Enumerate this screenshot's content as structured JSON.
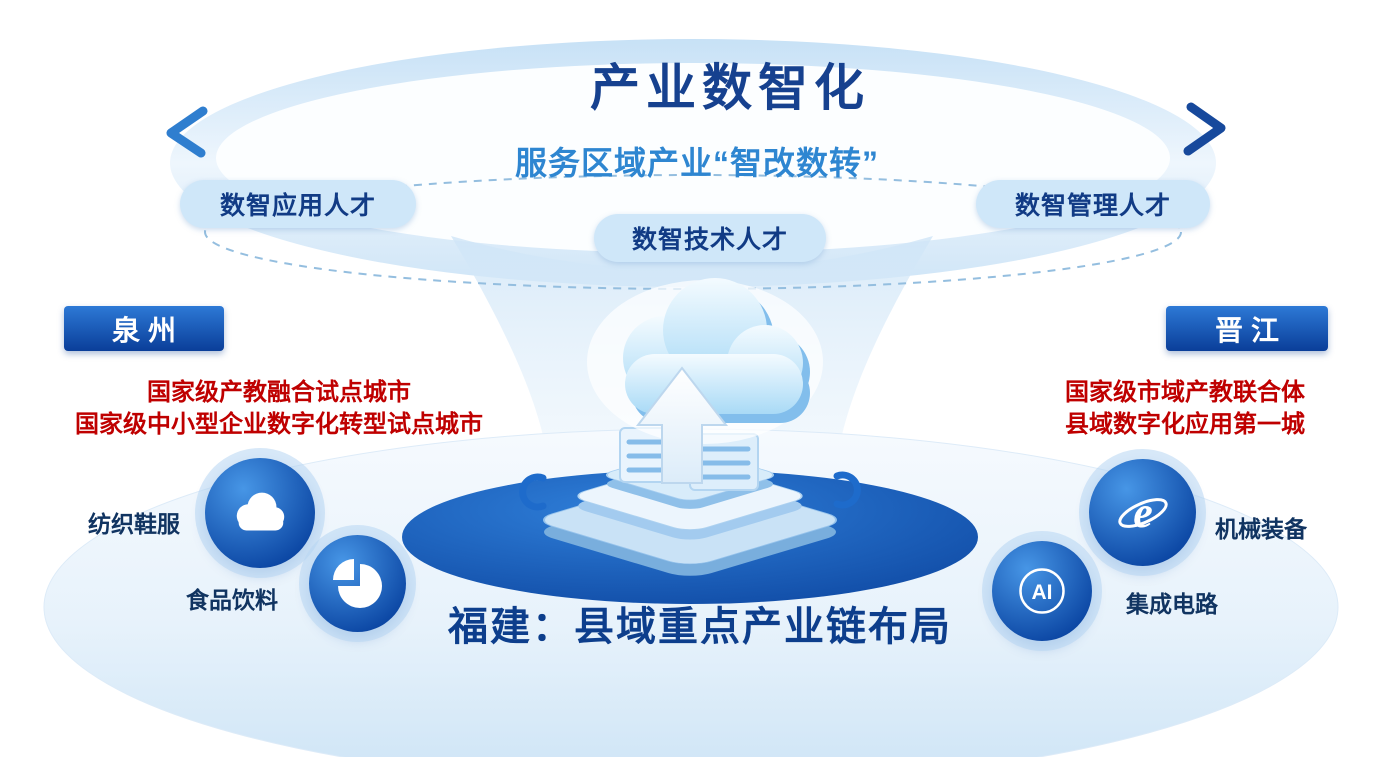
{
  "header": {
    "title": "产业数智化",
    "subtitle": "服务区域产业“智改数转”"
  },
  "talents": {
    "left": "数智应用人才",
    "center": "数智技术人才",
    "right": "数智管理人才"
  },
  "cities": {
    "left": {
      "name": "泉州",
      "line1": "国家级产教融合试点城市",
      "line2": "国家级中小型企业数字化转型试点城市"
    },
    "right": {
      "name": "晋江",
      "line1": "国家级市域产教联合体",
      "line2": "县域数字化应用第一城"
    }
  },
  "industries": {
    "textile": {
      "label": "纺织鞋服",
      "icon": "cloud-icon"
    },
    "food": {
      "label": "食品饮料",
      "icon": "pie-chart-icon"
    },
    "machinery": {
      "label": "机械装备",
      "icon": "e-globe-icon"
    },
    "ic": {
      "label": "集成电路",
      "icon": "ai-icon"
    }
  },
  "footer": {
    "caption": "福建：县域重点产业链布局"
  },
  "icons": {
    "ai_text": "AI",
    "e_text": "e"
  },
  "colors": {
    "title_navy": "#16418f",
    "subtitle_blue": "#2e86d1",
    "pill_bg": "#cfe7f9",
    "pill_text": "#113b85",
    "badge_gradient_top": "#2d79d6",
    "badge_gradient_bottom": "#0a3e99",
    "honor_red": "#bf0000",
    "circle_gradient_light": "#4796e6",
    "circle_gradient_dark": "#0c47a4",
    "dark_platform_blue": "#0a419b",
    "caption_navy": "#0d3e8c"
  }
}
